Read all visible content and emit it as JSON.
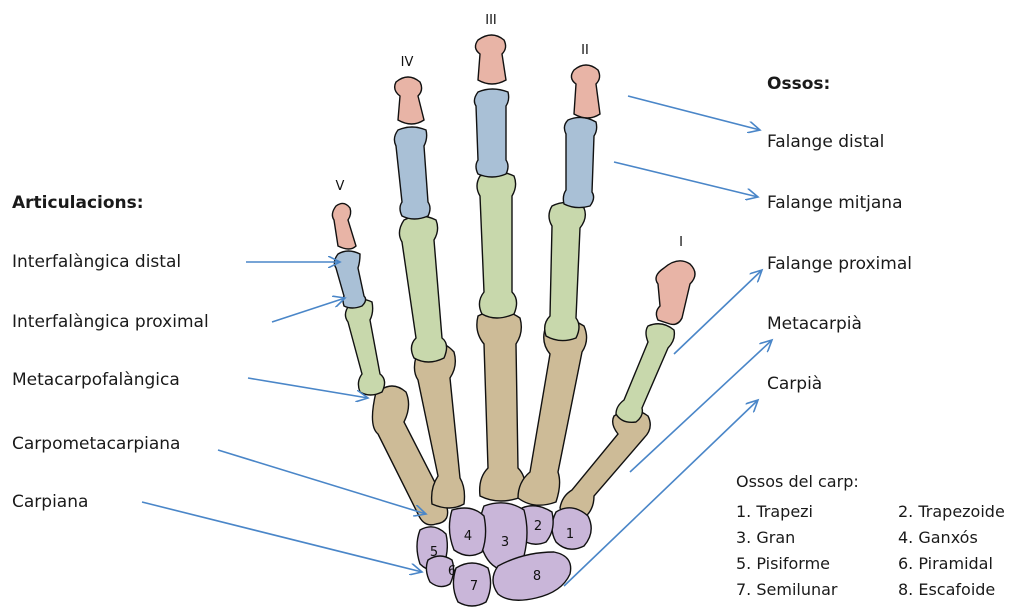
{
  "finger_numerals": [
    "V",
    "IV",
    "III",
    "II",
    "I"
  ],
  "headers": {
    "joints": "Articulacions:",
    "bones": "Ossos:",
    "carpal_key": "Ossos del carp:"
  },
  "joints": [
    "Interfalàngica distal",
    "Interfalàngica proximal",
    "Metacarpofalàngica",
    "Carpometacarpiana",
    "Carpiana"
  ],
  "bones": [
    "Falange distal",
    "Falange mitjana",
    "Falange proximal",
    "Metacarpià",
    "Carpià"
  ],
  "carpal_numbers": [
    "1",
    "2",
    "3",
    "4",
    "5",
    "6",
    "7",
    "8"
  ],
  "carpal_key": [
    "1. Trapezi",
    "2. Trapezoide",
    "3. Gran",
    "4. Ganxós",
    "5. Pisiforme",
    "6. Piramidal",
    "7. Semilunar",
    "8. Escafoide"
  ],
  "colors": {
    "distal_phalanx": "#e8b4a6",
    "middle_phalanx": "#a9c0d6",
    "proximal_phalanx": "#c8d8ac",
    "metacarpal": "#cdbb97",
    "carpal": "#c9b6d9",
    "arrow": "#4a86c8"
  }
}
